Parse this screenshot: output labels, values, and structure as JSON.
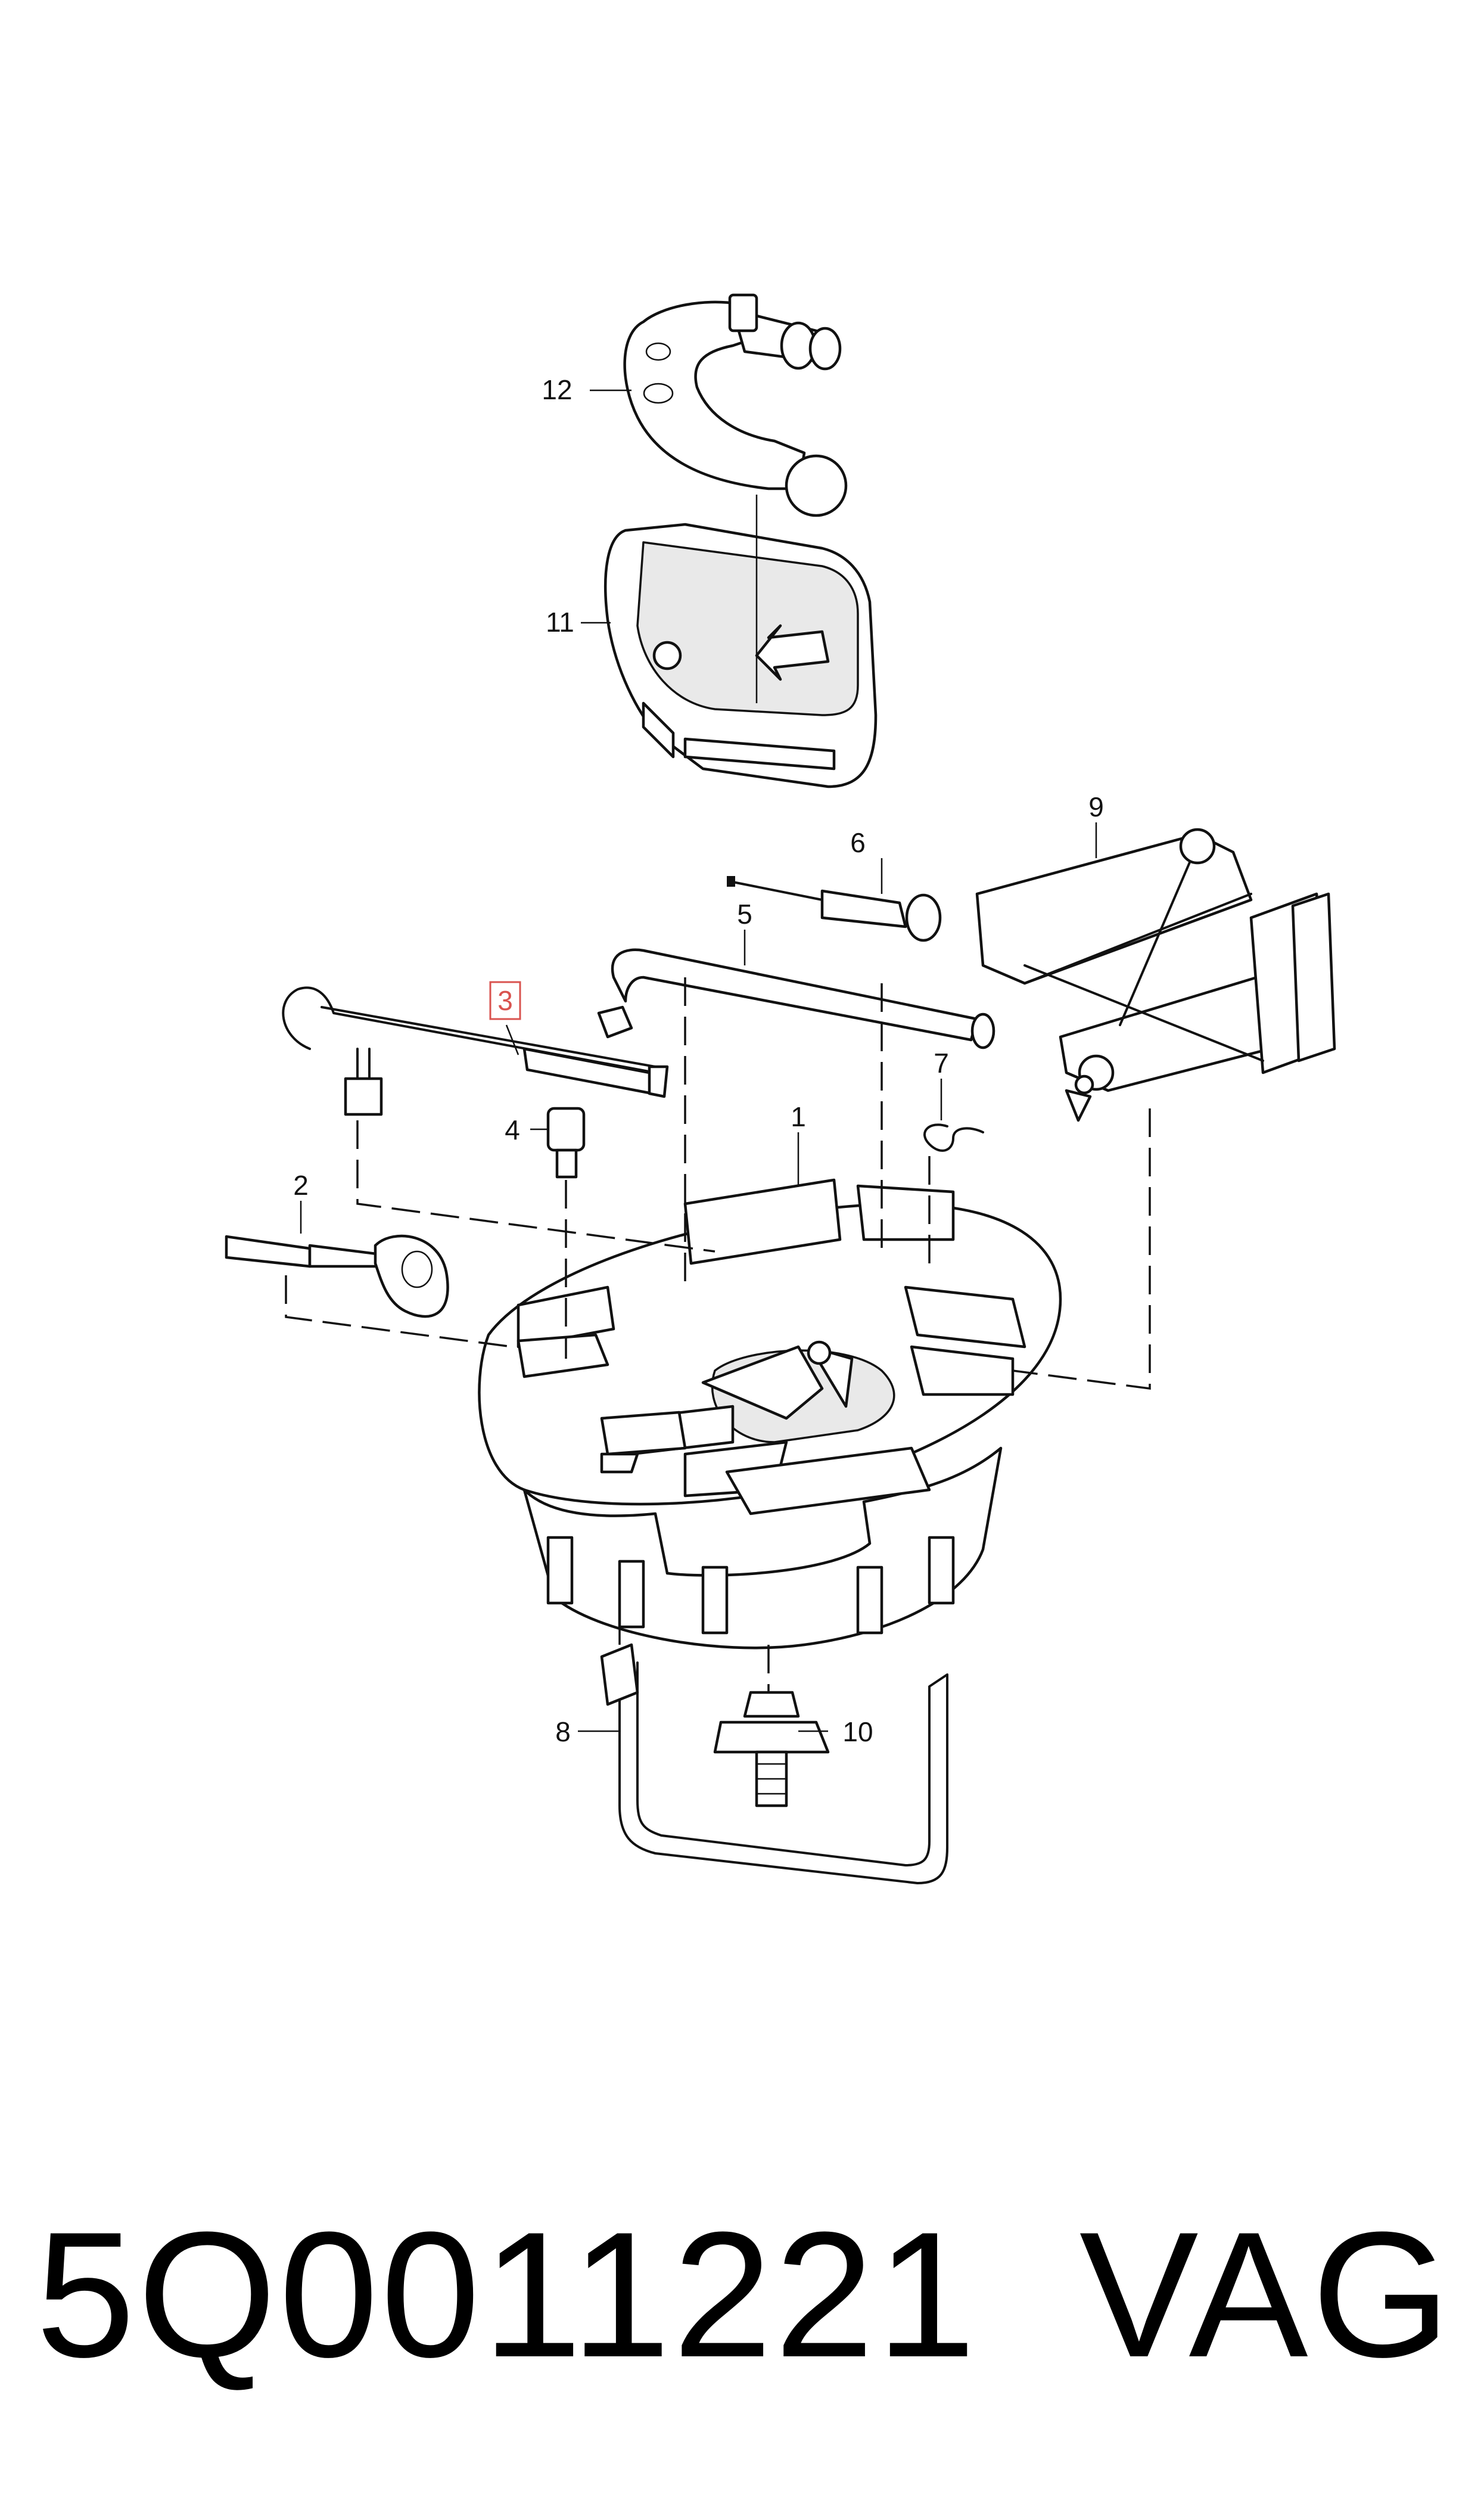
{
  "callouts": {
    "c1": "1",
    "c2": "2",
    "c3": "3",
    "c4": "4",
    "c5": "5",
    "c6": "6",
    "c7": "7",
    "c8": "8",
    "c9": "9",
    "c10": "10",
    "c11": "11",
    "c12": "12"
  },
  "highlight_color": "#d9534f",
  "footer": {
    "part_number": "5Q0011221",
    "brand": "VAG"
  }
}
